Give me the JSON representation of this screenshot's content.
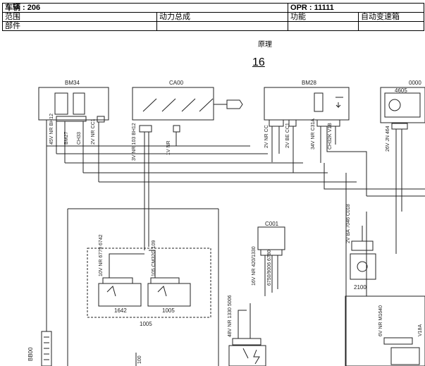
{
  "header": {
    "vehicle_label": "车辆 : 206",
    "opr_label": "OPR : 11111",
    "scope_label": "范围",
    "scope_value": "动力总成",
    "function_label": "功能",
    "function_value": "自动变速箱",
    "part_label": "部件"
  },
  "title": "原理",
  "page_number": "16",
  "components": {
    "bm34": "BM34",
    "ca00": "CA00",
    "bm28": "BM28",
    "c4605": "4605",
    "c0000": "0000",
    "c001": "C001",
    "r1642": "1642",
    "r1005": "1005",
    "r1005b": "1005",
    "c2100": "2100",
    "bb00": "BB00"
  },
  "wire_labels": {
    "bm34_left": "45V NR BH12",
    "bm34_mid": "BM27",
    "bm34_ch": "CH33",
    "bm34_cc": "2V NR CC1",
    "ca00_a": "3V NR 103 BH12",
    "ca00_b": "1V NR",
    "bm28_a": "2V NR CC",
    "bm28_b": "2V BE CC1",
    "bm28_c": "34V NR C31A",
    "bm28_d": "CH32K V1B",
    "c4605_a": "26V JN 464",
    "c001_a": "16V NR 420/1330",
    "c001_b": "6750/9006 6780",
    "r1642_a": "10V NR 6779 6742",
    "r1005_a": "105 CM32G 109",
    "c2100_a": "2V BA 7046 C018",
    "bottom_a": "48V NR 1330 5006",
    "bottom_b": "6V NR M1640",
    "bottom_c": "V18A",
    "bottom_d": "100"
  }
}
